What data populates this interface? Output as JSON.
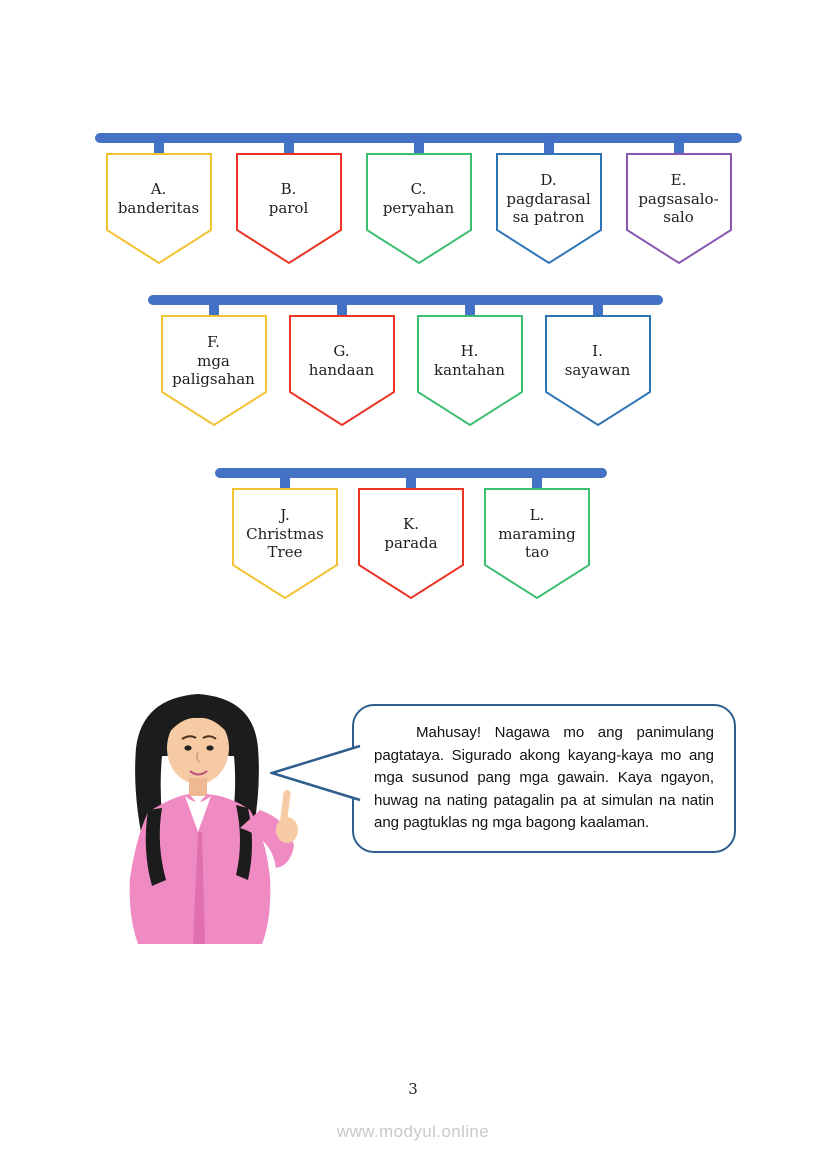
{
  "page": {
    "number": "3",
    "watermark": "www.modyul.online"
  },
  "colors": {
    "bar": "#4472C4",
    "bubble_border": "#2F5E8D",
    "yellow": "#F2C230",
    "red": "#EB3223",
    "green": "#3CBE71",
    "blue": "#2E74B5",
    "purple": "#8757B2"
  },
  "rows": [
    {
      "items": [
        {
          "letter": "A.",
          "label": "banderitas",
          "color": "#F2C230"
        },
        {
          "letter": "B.",
          "label": "parol",
          "color": "#EB3223"
        },
        {
          "letter": "C.",
          "label": "peryahan",
          "color": "#3CBE71"
        },
        {
          "letter": "D.",
          "label": "pagdarasal sa patron",
          "color": "#2E74B5"
        },
        {
          "letter": "E.",
          "label": "pagsasalo-salo",
          "color": "#8757B2"
        }
      ]
    },
    {
      "items": [
        {
          "letter": "F.",
          "label": "mga paligsahan",
          "color": "#F2C230"
        },
        {
          "letter": "G.",
          "label": "handaan",
          "color": "#EB3223"
        },
        {
          "letter": "H.",
          "label": "kantahan",
          "color": "#3CBE71"
        },
        {
          "letter": "I.",
          "label": "sayawan",
          "color": "#2E74B5"
        }
      ]
    },
    {
      "items": [
        {
          "letter": "J.",
          "label": "Christmas Tree",
          "color": "#F2C230"
        },
        {
          "letter": "K.",
          "label": "parada",
          "color": "#EB3223"
        },
        {
          "letter": "L.",
          "label": "maraming tao",
          "color": "#3CBE71"
        }
      ]
    }
  ],
  "speech": {
    "text": "Mahusay! Nagawa mo ang panimulang pagtataya. Sigurado akong kayang-kaya mo ang mga susunod pang mga gawain. Kaya ngayon, huwag na nating patagalin pa at simulan na natin ang pagtuklas ng mga bagong kaalaman."
  }
}
